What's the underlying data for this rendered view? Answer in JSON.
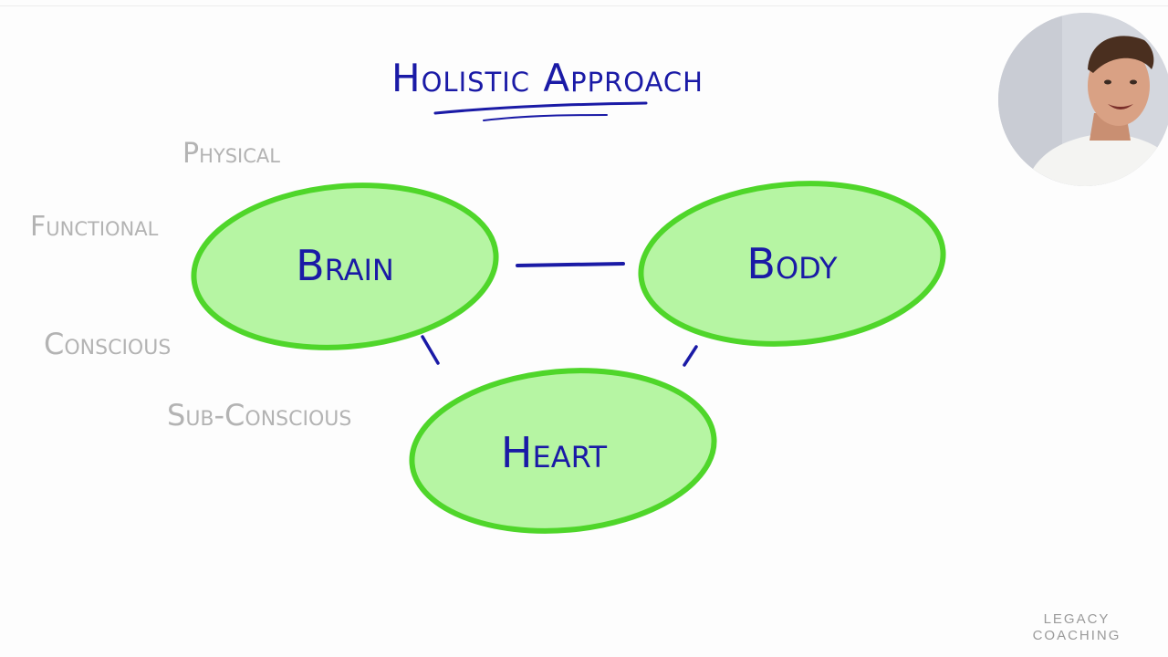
{
  "title": "Holistic Approach",
  "labels": {
    "physical": "Physical",
    "functional": "Functional",
    "conscious": "Conscious",
    "subconscious": "Sub-Conscious"
  },
  "nodes": {
    "brain": "Brain",
    "body": "Body",
    "heart": "Heart"
  },
  "colors": {
    "ink": "#1a1aa6",
    "node_fill": "#b6f5a3",
    "node_stroke": "#4fd62a",
    "pencil": "#b3b3b3"
  },
  "brand": {
    "line1": "LEGACY",
    "line2": "COACHING"
  }
}
